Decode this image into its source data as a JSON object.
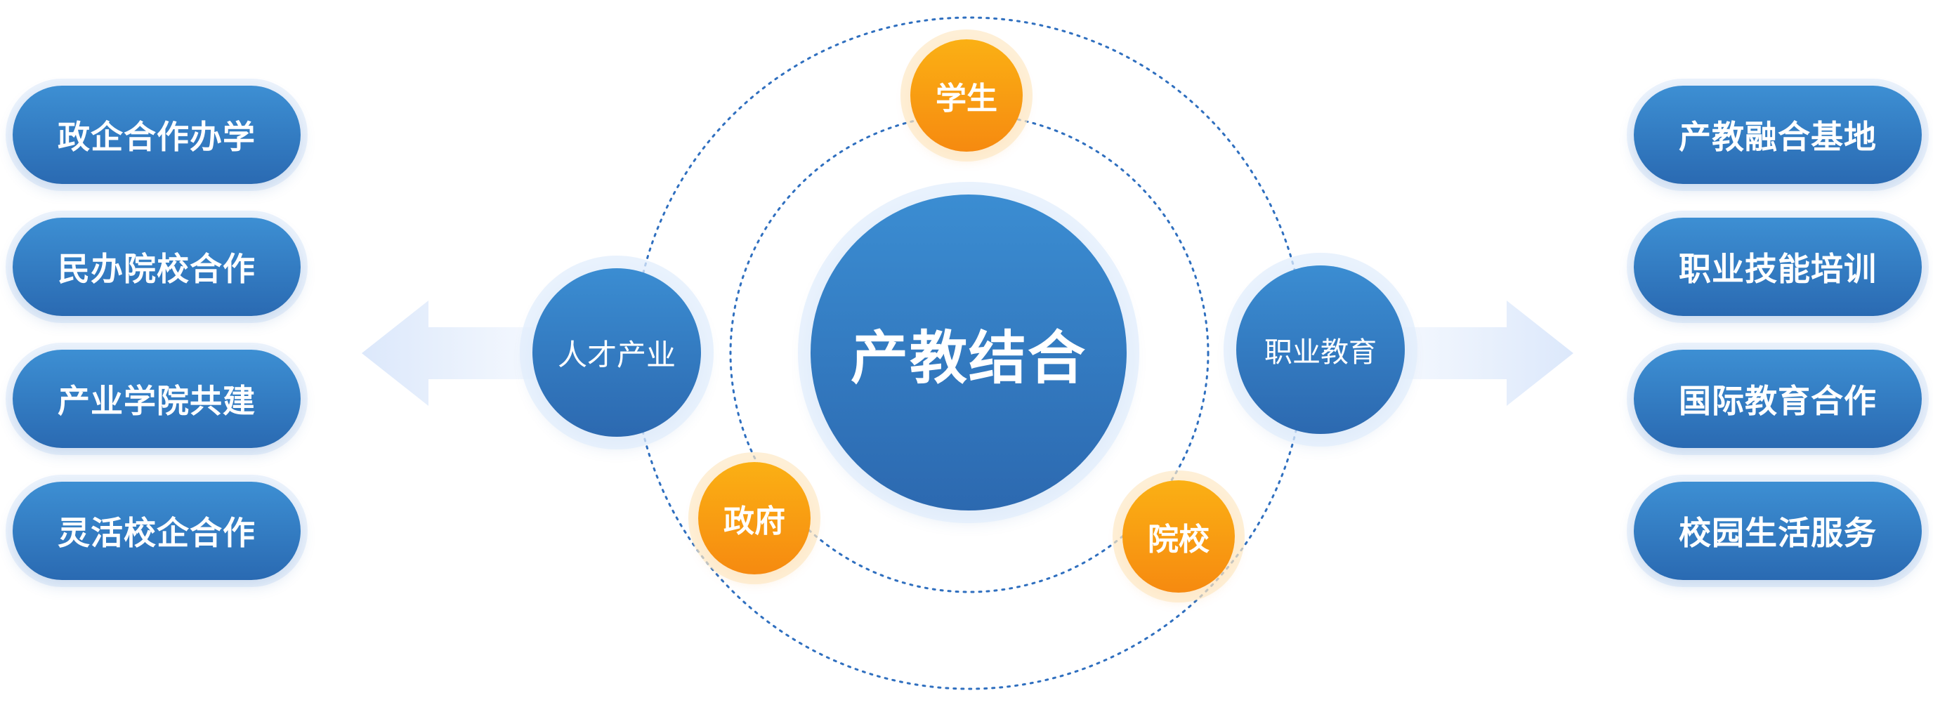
{
  "center": {
    "label": "产教结合"
  },
  "inner_nodes": {
    "left": "人才产业",
    "right": "职业教育"
  },
  "orbit_nodes": {
    "top": "学生",
    "bottom_left": "政府",
    "bottom_right": "院校"
  },
  "left_list": [
    "政企合作办学",
    "民办院校合作",
    "产业学院共建",
    "灵活校企合作"
  ],
  "right_list": [
    "产教融合基地",
    "职业技能培训",
    "国际教育合作",
    "校园生活服务"
  ],
  "colors": {
    "primary_blue": "#2f78c0",
    "accent_orange": "#f7941d",
    "orbit_dot": "#2f6fbf",
    "arrow_light": "#e6effc"
  }
}
